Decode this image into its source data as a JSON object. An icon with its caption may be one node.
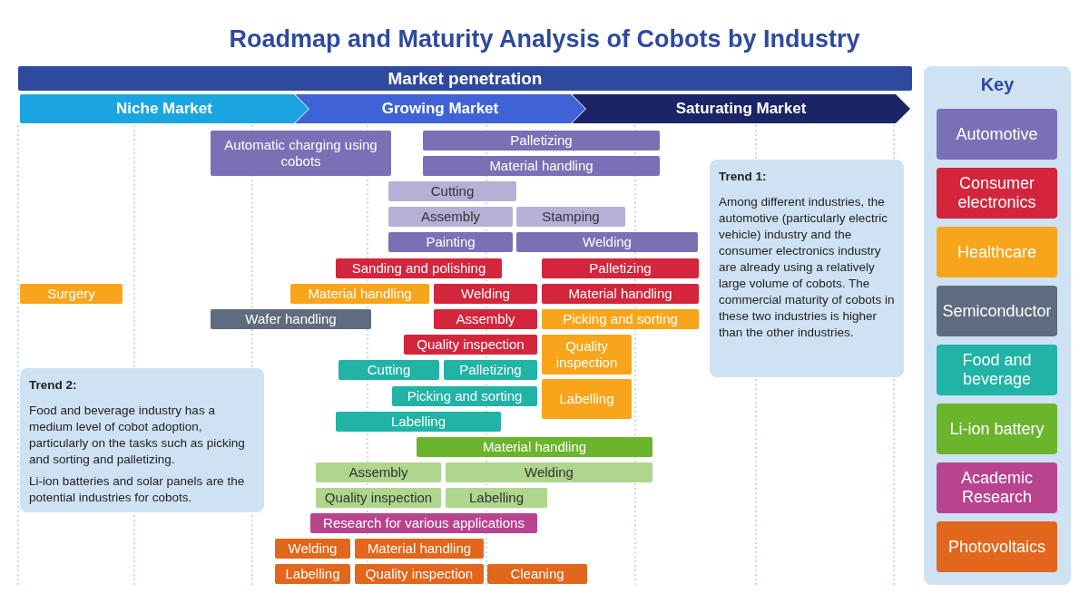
{
  "diagram": {
    "title": "Roadmap and Maturity Analysis of Cobots by Industry",
    "nodes": [
      {
        "text": [
          "Market penetration"
        ]
      },
      {
        "text": [
          "Niche Market"
        ]
      },
      {
        "text": [
          "Growing Market"
        ]
      },
      {
        "text": [
          "Saturating Market"
        ]
      },
      {
        "text": [
          "Automatic charging using cobots"
        ]
      },
      {
        "text": [
          "Palletizing"
        ]
      },
      {
        "text": [
          "Material handling"
        ]
      },
      {
        "text": [
          "Trend 1:",
          "Among different industries, the automotive (particularly electric vehicle) industry and the consumer electronics industry are already using a relatively large volume of cobots. The commercial maturity of cobots in these two industries is higher than the other industries."
        ]
      },
      {
        "text": [
          "Cutting"
        ]
      },
      {
        "text": [
          "Assembly"
        ]
      },
      {
        "text": [
          "Stamping"
        ]
      },
      {
        "text": [
          "Painting"
        ]
      },
      {
        "text": [
          "Welding"
        ]
      },
      {
        "text": [
          "Sanding and polishing"
        ]
      },
      {
        "text": [
          "Palletizing"
        ]
      },
      {
        "text": [
          "Surgery"
        ]
      },
      {
        "text": [
          "Material handling"
        ]
      },
      {
        "text": [
          "Welding"
        ]
      },
      {
        "text": [
          "Material handling"
        ]
      },
      {
        "text": [
          "Wafer handling"
        ]
      },
      {
        "text": [
          "Assembly"
        ]
      },
      {
        "text": [
          "Picking and sorting"
        ]
      },
      {
        "text": [
          "Quality inspection"
        ]
      },
      {
        "text": [
          "Quality inspection"
        ]
      },
      {
        "text": [
          "Trend 2:",
          "Food and beverage industry has a medium level of cobot adoption, particularly on the tasks such as picking and sorting and palletizing.",
          "Li-ion batteries and solar panels are the potential industries for cobots."
        ]
      },
      {
        "text": [
          "Cutting"
        ]
      },
      {
        "text": [
          "Palletizing"
        ]
      },
      {
        "text": [
          "Picking and sorting"
        ]
      },
      {
        "text": [
          "Labelling"
        ]
      },
      {
        "text": [
          "Labelling"
        ]
      },
      {
        "text": [
          "Material handling"
        ]
      },
      {
        "text": [
          "Assembly"
        ]
      },
      {
        "text": [
          "Welding"
        ]
      },
      {
        "text": [
          "Quality inspection"
        ]
      },
      {
        "text": [
          "Labelling"
        ]
      },
      {
        "text": [
          "Research for various applications"
        ]
      },
      {
        "text": [
          "Welding"
        ]
      },
      {
        "text": [
          "Material handling"
        ]
      },
      {
        "text": [
          "Labelling"
        ]
      },
      {
        "text": [
          "Quality inspection"
        ]
      },
      {
        "text": [
          "Cleaning"
        ]
      }
    ],
    "edges": [],
    "labels": [
      "Key"
    ],
    "legend": [
      {
        "text": "Automotive",
        "color": "#7b70b6"
      },
      {
        "text": "Consumer electronics",
        "color": "#d3263c"
      },
      {
        "text": "Healthcare",
        "color": "#f8a51c"
      },
      {
        "text": "Semiconductor",
        "color": "#5f6b7e"
      },
      {
        "text": "Food and beverage",
        "color": "#20b3a6"
      },
      {
        "text": "Li-ion battery",
        "color": "#6bb52d"
      },
      {
        "text": "Academic Research",
        "color": "#b8448f"
      },
      {
        "text": "Photovoltaics",
        "color": "#e2661b"
      }
    ]
  }
}
